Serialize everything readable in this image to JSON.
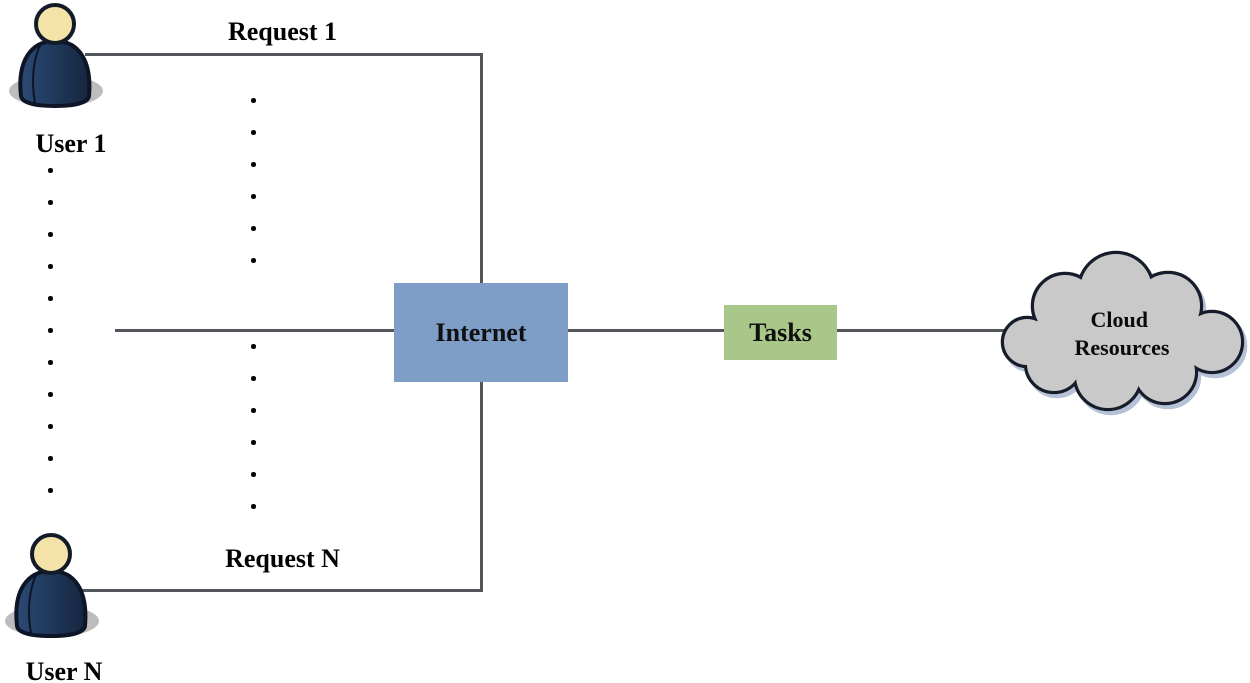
{
  "users": {
    "user1_label": "User 1",
    "userN_label": "User N"
  },
  "requests": {
    "request1_label": "Request 1",
    "requestN_label": "Request N"
  },
  "nodes": {
    "internet_label": "Internet",
    "tasks_label": "Tasks",
    "cloud_label_line1": "Cloud",
    "cloud_label_line2": "Resources"
  },
  "colors": {
    "internet_fill": "#7e9dc7",
    "tasks_fill": "#a9c789",
    "cloud_fill": "#c9c9c9",
    "cloud_outline": "#141e2b",
    "cloud_shadow": "#b5c1d6",
    "connector": "#53565a",
    "user_body_navy": "#203a5e",
    "user_head": "#f3e3a8",
    "shadow_gray": "#bdbdbd",
    "label_text": "#000000"
  }
}
